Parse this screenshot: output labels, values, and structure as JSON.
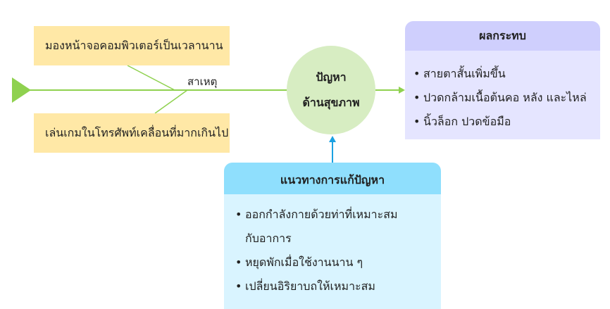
{
  "causes": {
    "label": "สาเหตุ",
    "items": [
      "มองหน้าจอคอมพิวเตอร์เป็นเวลานาน",
      "เล่นเกมในโทรศัพท์เคลื่อนที่มากเกินไป"
    ]
  },
  "problem": {
    "line1": "ปัญหา",
    "line2": "ด้านสุขภาพ"
  },
  "effects": {
    "title": "ผลกระทบ",
    "items": [
      "สายตาสั้นเพิ่มขึ้น",
      "ปวดกล้ามเนื้อต้นคอ หลัง และไหล่",
      "นิ้วล็อก ปวดข้อมือ"
    ]
  },
  "solutions": {
    "title": "แนวทางการแก้ปัญหา",
    "items": [
      "ออกกำลังกายด้วยท่าที่เหมาะสม",
      "กับอาการ",
      "หยุดพักเมื่อใช้งานนาน ๆ",
      "เปลี่ยนอิริยาบถให้เหมาะสม"
    ]
  },
  "colors": {
    "line": "#8fd14f",
    "cause_bg": "#ffe8a6",
    "circle": "#d7edc2",
    "effects_bg": "#e5e5ff",
    "effects_header": "#cfcffd",
    "solutions_bg": "#d9f4ff",
    "solutions_header": "#8fdffd",
    "arrow_blue": "#1ba1e2"
  }
}
